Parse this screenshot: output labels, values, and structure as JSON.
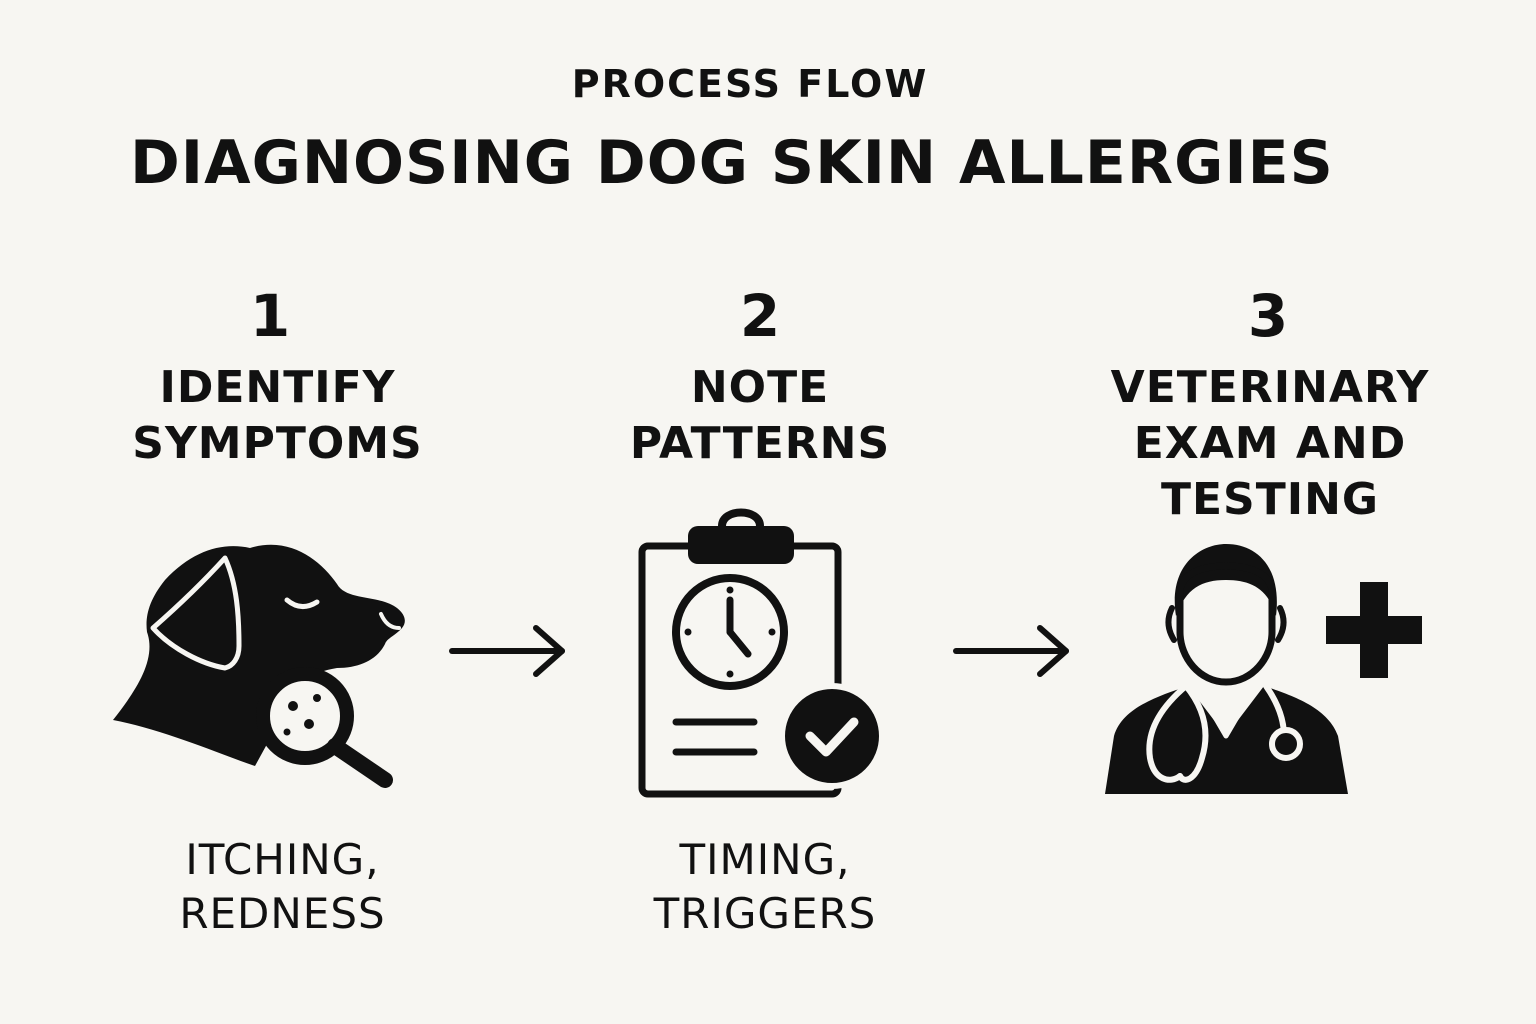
{
  "header": {
    "eyebrow": "PROCESS FLOW",
    "title": "DIAGNOSING DOG SKIN ALLERGIES"
  },
  "steps": [
    {
      "number": "1",
      "title_lines": [
        "IDENTIFY",
        "SYMPTOMS"
      ],
      "note_lines": [
        "ITCHING,",
        "REDNESS"
      ],
      "icon": "dog-with-magnifier-icon"
    },
    {
      "number": "2",
      "title_lines": [
        "NOTE",
        "PATTERNS"
      ],
      "note_lines": [
        "TIMING,",
        "TRIGGERS"
      ],
      "icon": "clipboard-clock-check-icon"
    },
    {
      "number": "3",
      "title_lines": [
        "VETERINARY",
        "EXAM AND",
        "TESTING"
      ],
      "icon": "veterinarian-medical-cross-icon"
    }
  ],
  "colors": {
    "background": "#f7f6f2",
    "ink": "#111111"
  }
}
